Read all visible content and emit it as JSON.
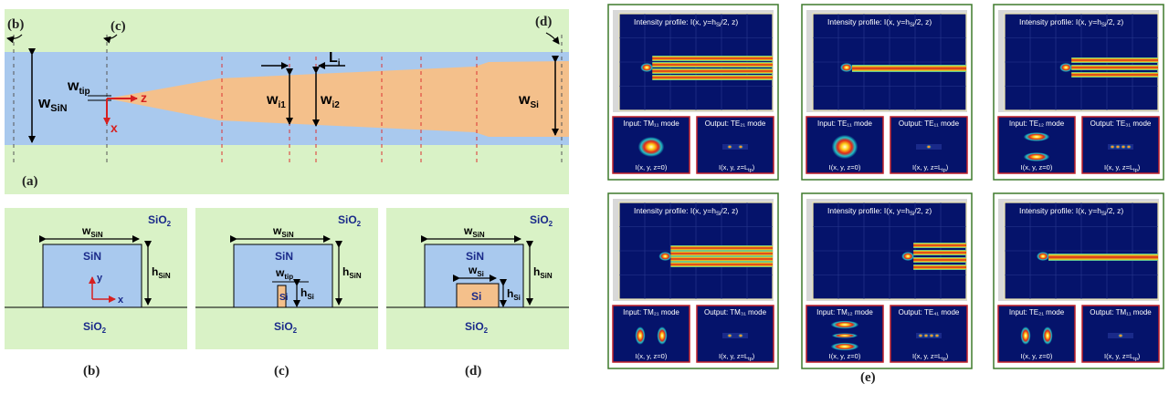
{
  "figure": {
    "panel_a": {
      "label": "(a)",
      "cut_b": "(b)",
      "cut_c": "(c)",
      "cut_d": "(d)",
      "w_sin": "w",
      "w_sin_sub": "SiN",
      "w_tip": "w",
      "w_tip_sub": "tip",
      "axis_z": "z",
      "axis_x": "x",
      "w_i1": "w",
      "w_i1_sub": "i1",
      "w_i2": "w",
      "w_i2_sub": "i2",
      "l_i": "L",
      "l_i_sub": "i",
      "w_si": "w",
      "w_si_sub": "Si"
    },
    "cross_sections": [
      {
        "label": "(b)",
        "sio2_top": "SiO",
        "sio2_bottom": "SiO",
        "sio2_sub": "2",
        "sin": "SiN",
        "w_sin": "w",
        "w_sin_sub": "SiN",
        "h_sin": "h",
        "h_sin_sub": "SiN",
        "axis_y": "y",
        "axis_x": "x"
      },
      {
        "label": "(c)",
        "sio2_top": "SiO",
        "sio2_bottom": "SiO",
        "sio2_sub": "2",
        "sin": "SiN",
        "w_sin": "w",
        "w_sin_sub": "SiN",
        "h_sin": "h",
        "h_sin_sub": "SiN",
        "w_tip": "w",
        "w_tip_sub": "tip",
        "si": "Si",
        "h_si": "h",
        "h_si_sub": "Si"
      },
      {
        "label": "(d)",
        "sio2_top": "SiO",
        "sio2_bottom": "SiO",
        "sio2_sub": "2",
        "sin": "SiN",
        "w_sin": "w",
        "w_sin_sub": "SiN",
        "h_sin": "h",
        "h_sin_sub": "SiN",
        "w_si": "w",
        "w_si_sub": "Si",
        "si": "Si",
        "h_si": "h",
        "h_si_sub": "Si"
      }
    ],
    "panel_e": {
      "label": "(e)",
      "sims": [
        {
          "profile_a": "Intensity profile: I(x, y=h",
          "profile_sub": "Si",
          "profile_b": "/2, z)",
          "input": "Input: TM₁₁ mode",
          "output": "Output: TE₂₁ mode",
          "foot_in": "I(x, y, z=0)",
          "foot_out_a": "I(x, y, z=L",
          "foot_out_sub": "tp",
          "foot_out_b": ")"
        },
        {
          "profile_a": "Intensity profile: I(x, y=h",
          "profile_sub": "Si",
          "profile_b": "/2, z)",
          "input": "Input: TE₁₁ mode",
          "output": "Output: TE₁₁ mode",
          "foot_in": "I(x, y, z=0)",
          "foot_out_a": "I(x, y, z=L",
          "foot_out_sub": "tp",
          "foot_out_b": ")"
        },
        {
          "profile_a": "Intensity profile: I(x, y=h",
          "profile_sub": "Si",
          "profile_b": "/2, z)",
          "input": "Input: TE₁₂ mode",
          "output": "Output: TE₃₁ mode",
          "foot_in": "I(x, y, z=0)",
          "foot_out_a": "I(x, y, z=L",
          "foot_out_sub": "tp",
          "foot_out_b": ")"
        },
        {
          "profile_a": "Intensity profile: I(x, y=h",
          "profile_sub": "Si",
          "profile_b": "/2, z)",
          "input": "Input: TM₂₁ mode",
          "output": "Output: TM₃₁ mode",
          "foot_in": "I(x, y, z=0)",
          "foot_out_a": "I(x, y, z=L",
          "foot_out_sub": "tp",
          "foot_out_b": ")"
        },
        {
          "profile_a": "Intensity profile: I(x, y=h",
          "profile_sub": "Si",
          "profile_b": "/2, z)",
          "input": "Input: TM₁₂ mode",
          "output": "Output: TE₄₁ mode",
          "foot_in": "I(x, y, z=0)",
          "foot_out_a": "I(x, y, z=L",
          "foot_out_sub": "tp",
          "foot_out_b": ")"
        },
        {
          "profile_a": "Intensity profile: I(x, y=h",
          "profile_sub": "Si",
          "profile_b": "/2, z)",
          "input": "Input: TE₂₁ mode",
          "output": "Output: TM₁₁ mode",
          "foot_in": "I(x, y, z=0)",
          "foot_out_a": "I(x, y, z=L",
          "foot_out_sub": "tp",
          "foot_out_b": ")"
        }
      ]
    },
    "colors": {
      "cladding": "#d9f2c6",
      "sin_core": "#a9c9ee",
      "si_core": "#f4c08b",
      "sim_bg": "#05136b",
      "frame": "#3e7a2c",
      "mode_border": "#c0202a"
    }
  }
}
